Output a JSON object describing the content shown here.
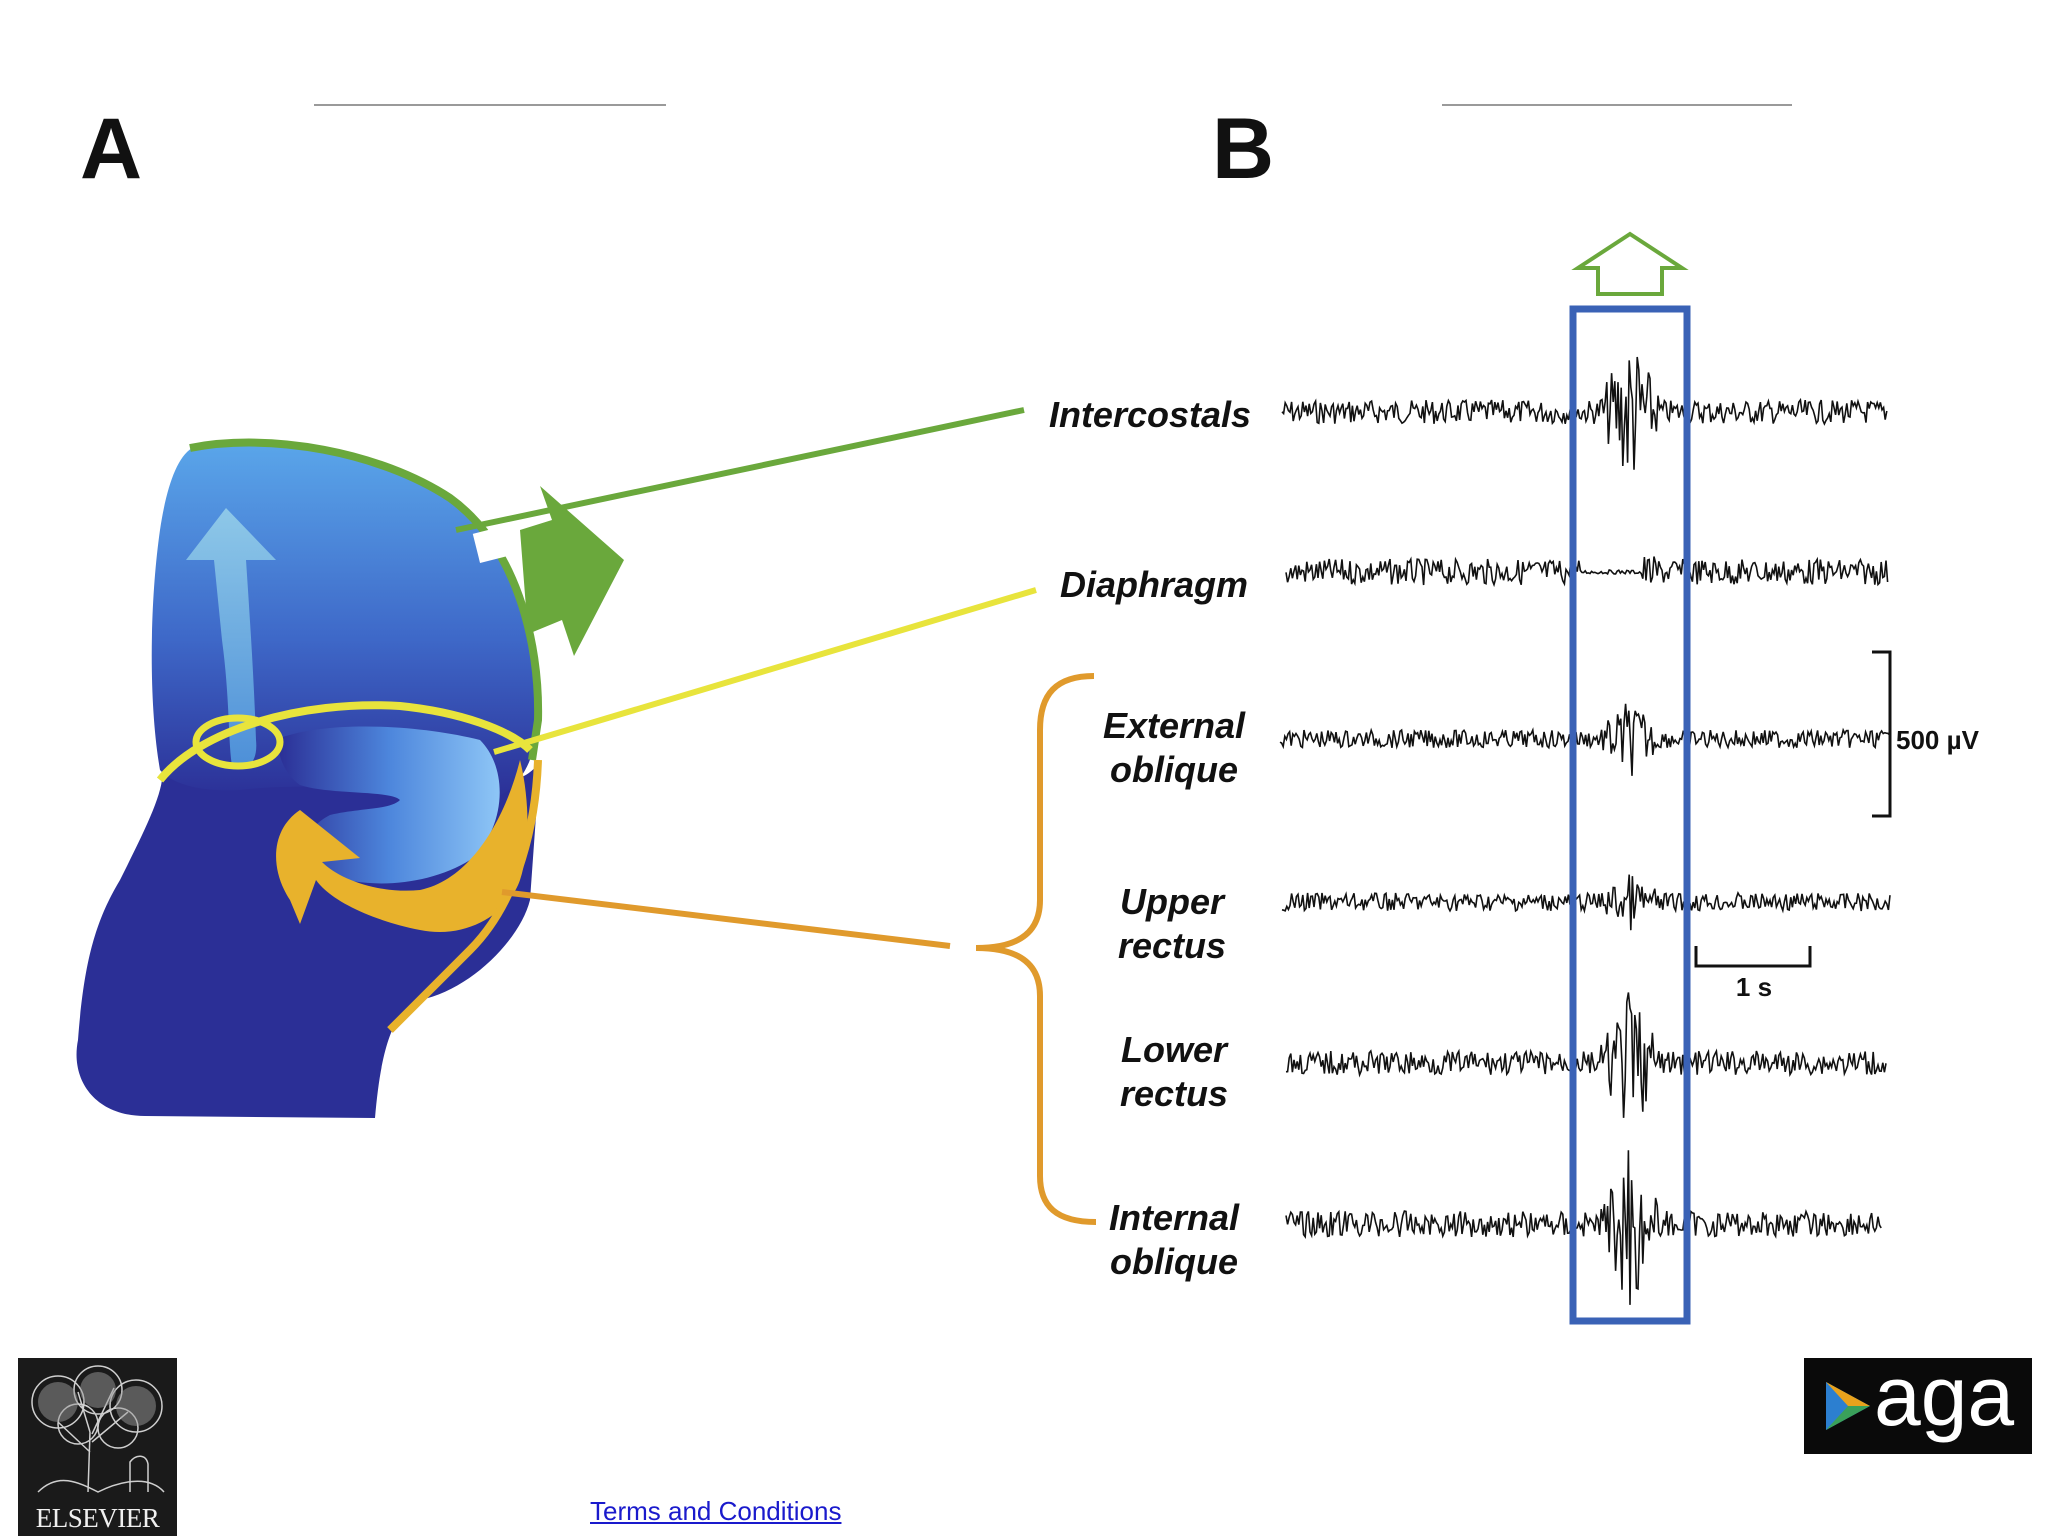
{
  "panels": {
    "a": "A",
    "b": "B"
  },
  "muscles": [
    {
      "line1": "Intercostals",
      "line2": ""
    },
    {
      "line1": "Diaphragm",
      "line2": ""
    },
    {
      "line1": "External",
      "line2": "oblique"
    },
    {
      "line1": "Upper",
      "line2": "rectus"
    },
    {
      "line1": "Lower",
      "line2": "rectus"
    },
    {
      "line1": "Internal",
      "line2": "oblique"
    }
  ],
  "scale_bars": {
    "voltage": "500 µV",
    "time": "1 s"
  },
  "footer": {
    "terms_link": "Terms and Conditions",
    "left_logo_text": "ELSEVIER",
    "right_logo_text": "aga"
  },
  "colors": {
    "body_dark": "#2b2f96",
    "body_light": "#5aa6ea",
    "intercostals_green": "#6aa83c",
    "diaphragm_yellow": "#e8e43c",
    "abdominal_orange": "#e09a2c",
    "highlight_box": "#3a62b6",
    "arrow_outline_green": "#6aa83c"
  },
  "icons": {
    "up_arrow": "up-arrow-outline-icon",
    "left_logo": "elsevier-tree-logo",
    "right_logo": "aga-logo"
  }
}
